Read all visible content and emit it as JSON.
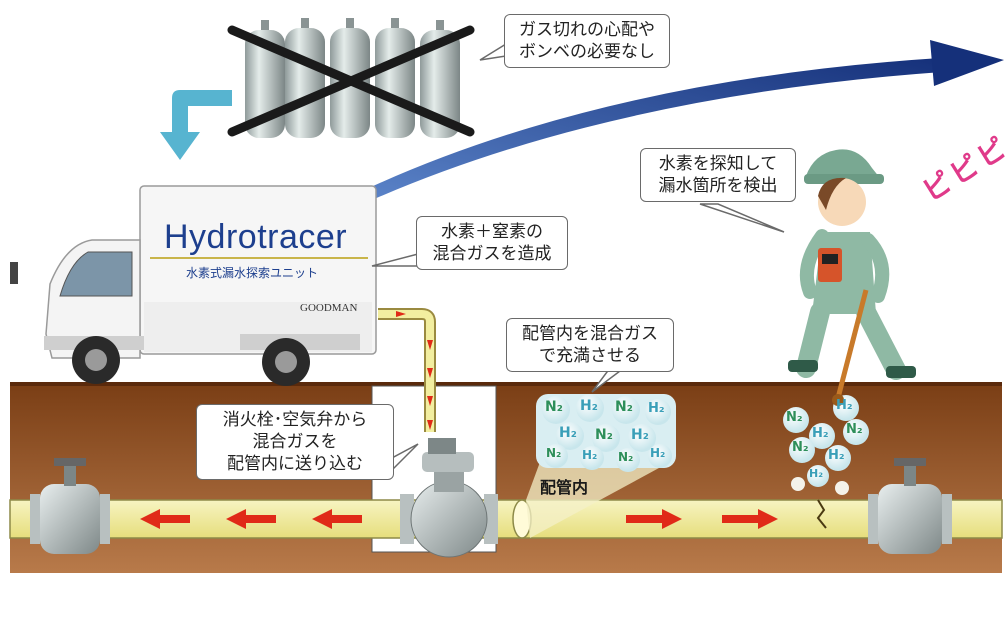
{
  "callouts": {
    "no_gas_line1": "ガス切れの心配や",
    "no_gas_line2": "ボンベの必要なし",
    "mix_line1": "水素＋窒素の",
    "mix_line2": "混合ガスを造成",
    "fill_line1": "配管内を混合ガス",
    "fill_line2": "で充満させる",
    "inject_line1": "消火栓･空気弁から",
    "inject_line2": "混合ガスを",
    "inject_line3": "配管内に送り込む",
    "detect_line1": "水素を探知して",
    "detect_line2": "漏水箇所を検出"
  },
  "truck": {
    "brand": "Hydrotracer",
    "subtitle": "水素式漏水探索ユニット",
    "maker": "GOODMAN"
  },
  "pipe_label": "配管内",
  "sound_effect": "ピピピ",
  "molecules": {
    "hydrogen": "H₂",
    "nitrogen": "N₂"
  },
  "colors": {
    "soil": "#8a4a20",
    "pipe": "#f2eea0",
    "flow_arrow": "#e02a18",
    "big_arrow": "#1f3f8a",
    "down_arrow": "#57b4d0",
    "molecule": "#2e8f5a"
  }
}
